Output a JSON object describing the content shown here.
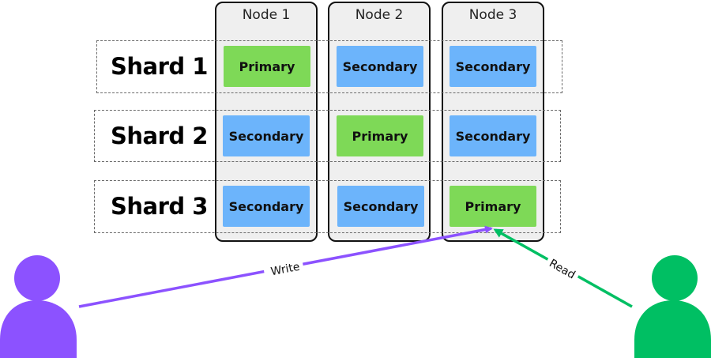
{
  "nodes": [
    {
      "title": "Node 1"
    },
    {
      "title": "Node 2"
    },
    {
      "title": "Node 3"
    }
  ],
  "shards": [
    {
      "label": "Shard 1",
      "replicas": [
        "Primary",
        "Secondary",
        "Secondary"
      ]
    },
    {
      "label": "Shard 2",
      "replicas": [
        "Secondary",
        "Primary",
        "Secondary"
      ]
    },
    {
      "label": "Shard 3",
      "replicas": [
        "Secondary",
        "Secondary",
        "Primary"
      ]
    }
  ],
  "arrows": {
    "write_label": "Write",
    "read_label": "Read"
  },
  "colors": {
    "primary": "#7ed957",
    "secondary": "#6cb4fb",
    "write_user": "#8c52ff",
    "read_user": "#00bf63"
  }
}
